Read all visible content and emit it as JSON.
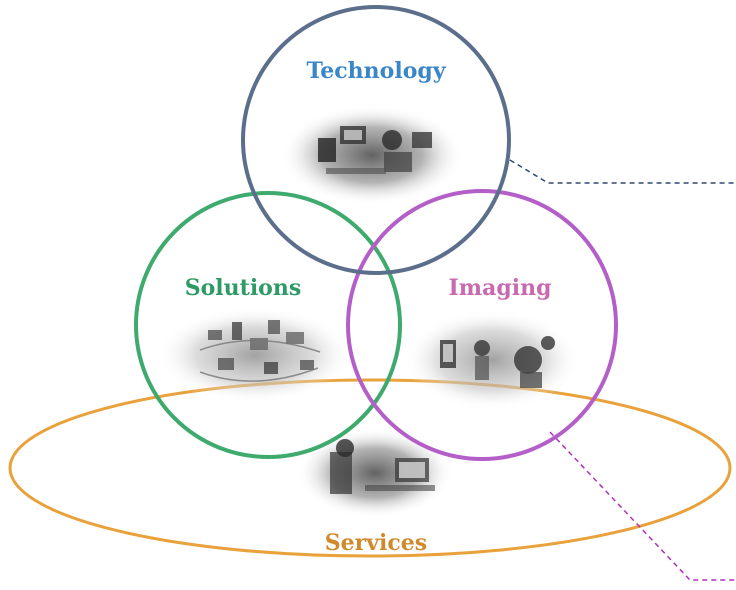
{
  "diagram": {
    "circles": [
      {
        "key": "technology",
        "label": "Technology",
        "ring_color": "#5b6f8c",
        "label_color": "#3a86c8",
        "connector_color": "#2e4a6e"
      },
      {
        "key": "solutions",
        "label": "Solutions",
        "ring_color": "#3faa6e",
        "label_color": "#2f9a66"
      },
      {
        "key": "imaging",
        "label": "Imaging",
        "ring_color": "#b45fc8",
        "label_color": "#c86ab0",
        "connector_color": "#b030b8"
      }
    ],
    "ellipse": {
      "key": "services",
      "label": "Services",
      "ring_color": "#e9a23b",
      "label_color": "#d08a2e"
    }
  }
}
